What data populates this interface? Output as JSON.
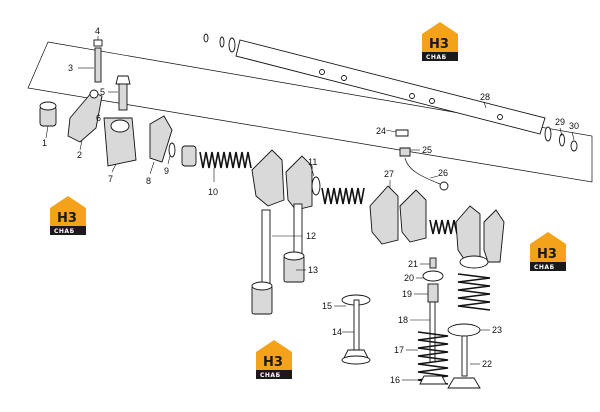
{
  "diagram": {
    "callouts": [
      "1",
      "2",
      "3",
      "4",
      "5",
      "6",
      "7",
      "8",
      "9",
      "10",
      "11",
      "12",
      "13",
      "14",
      "15",
      "16",
      "17",
      "18",
      "19",
      "20",
      "21",
      "22",
      "23",
      "24",
      "25",
      "26",
      "27",
      "28",
      "29",
      "30"
    ]
  },
  "watermarks": [
    {
      "monogram": "H3",
      "word": "СНАБ"
    },
    {
      "monogram": "H3",
      "word": "СНАБ"
    },
    {
      "monogram": "H3",
      "word": "СНАБ"
    },
    {
      "monogram": "H3",
      "word": "СНАБ"
    }
  ],
  "colors": {
    "logo_orange": "#f4a21a",
    "logo_dark": "#1a1a1a",
    "line": "#111111"
  }
}
